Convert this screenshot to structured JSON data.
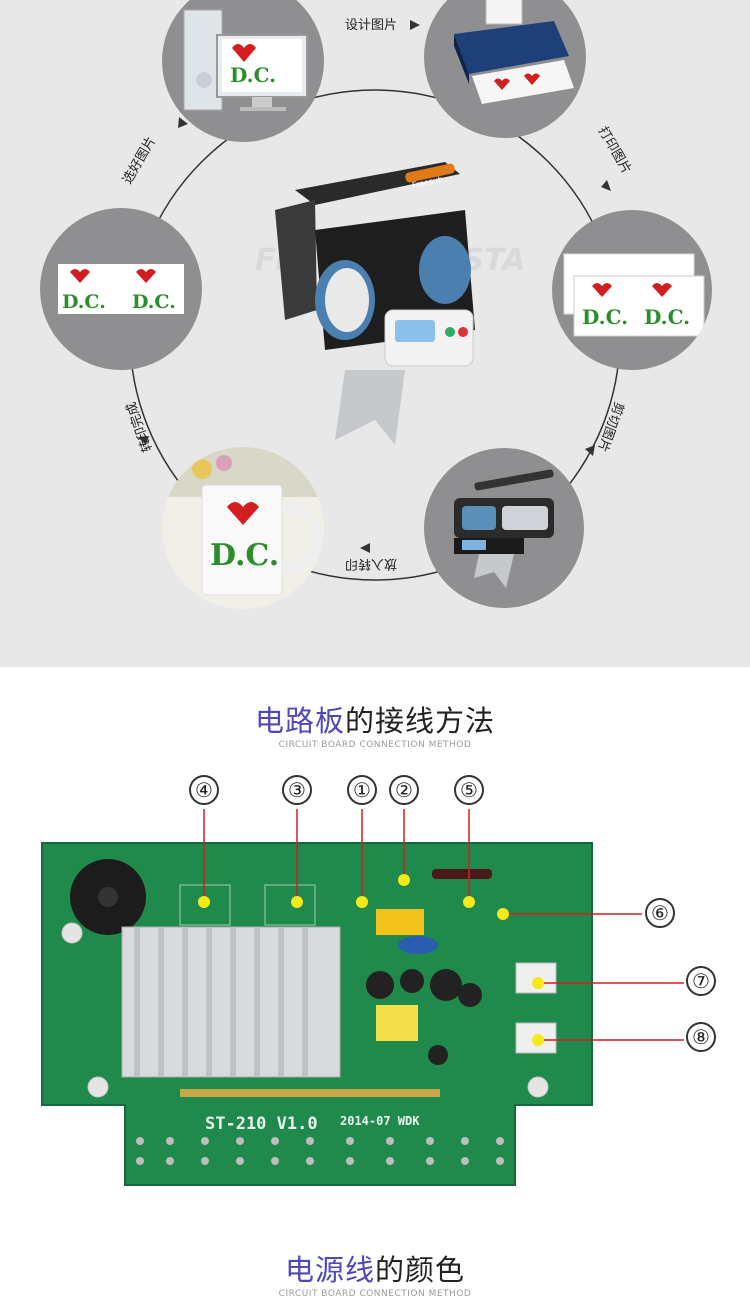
{
  "process": {
    "steps": [
      {
        "label": "设计图片",
        "icon": "computer-icon"
      },
      {
        "label": "打印图片",
        "icon": "printer-icon"
      },
      {
        "label": "剪切图片",
        "icon": "cut-paper-icon"
      },
      {
        "label": "放入转印",
        "icon": "press-machine-icon"
      },
      {
        "label": "转印完成",
        "icon": "finished-mug-icon"
      },
      {
        "label": "选好图片",
        "icon": "selected-paper-icon"
      }
    ],
    "image_text": "D.C.",
    "brand": "Freesub",
    "watermark": "FREESUB VESTA"
  },
  "circuit_section": {
    "title_highlight": "电路板",
    "title_rest": "的接线方法",
    "subtitle": "CIRCUIT BOARD CONNECTION METHOD",
    "board_label": "ST-210  V1.0",
    "board_date": "2014-07  WDK",
    "markers": [
      "①",
      "②",
      "③",
      "④",
      "⑤",
      "⑥",
      "⑦",
      "⑧"
    ],
    "colors": {
      "pcb": "#1f8a4c",
      "pad": "#f4ea1a",
      "line": "#d21e1e"
    }
  },
  "power_section": {
    "title_highlight": "电源线",
    "title_rest": "的颜色",
    "subtitle": "CIRCUIT BOARD CONNECTION METHOD"
  }
}
